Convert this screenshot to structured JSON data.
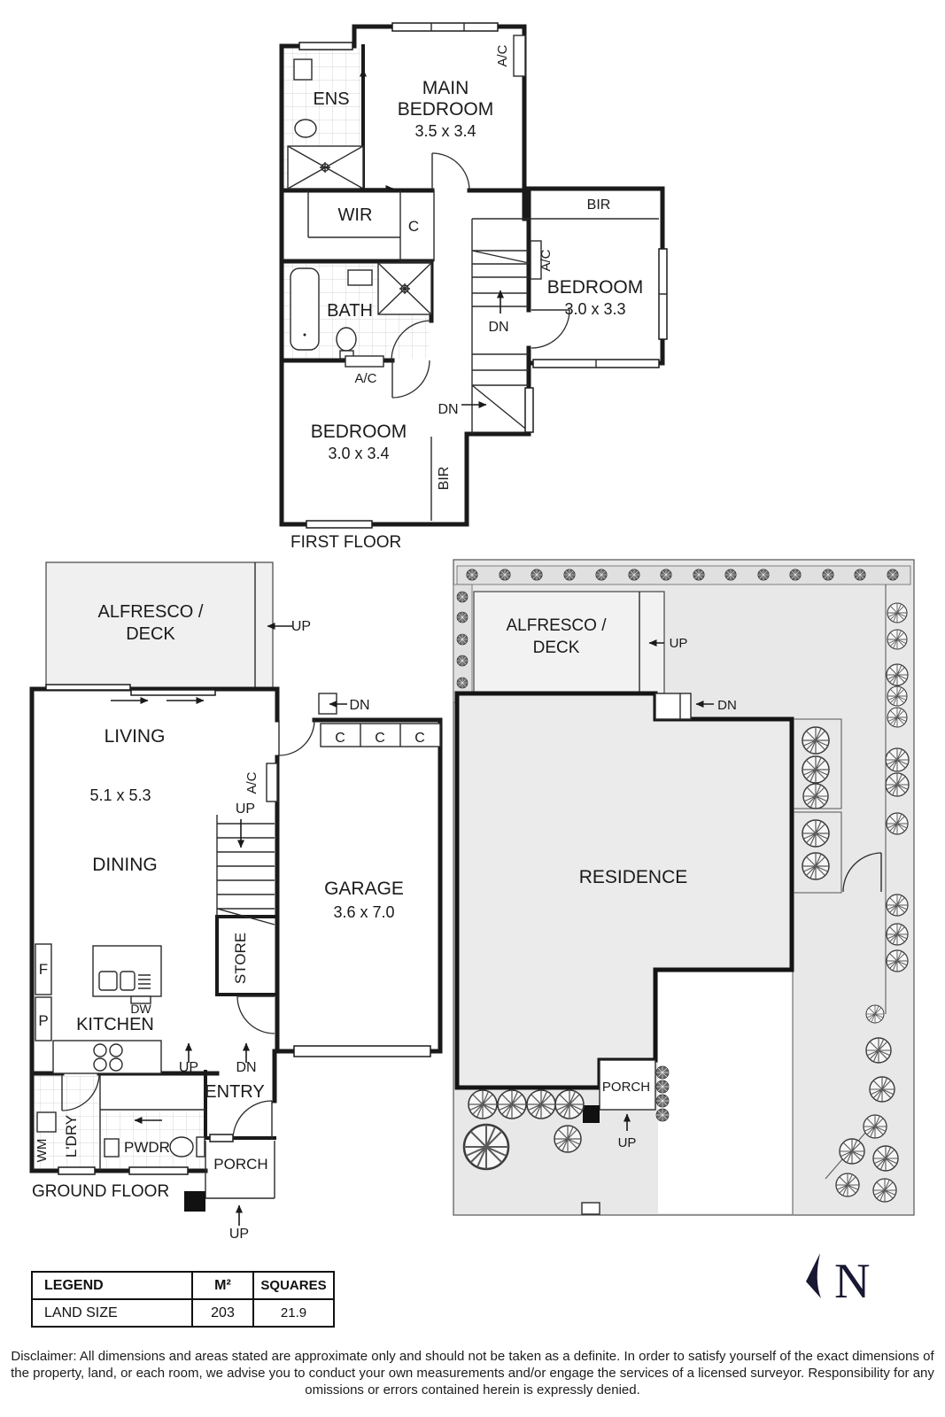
{
  "shared": {
    "ac": "A/C",
    "up": "UP",
    "dn": "DN",
    "c": "C",
    "bir": "BIR",
    "bedroom": "BEDROOM",
    "porch": "PORCH",
    "alfresco_line1": "ALFRESCO /",
    "alfresco_line2": "DECK"
  },
  "first_floor": {
    "title": "FIRST FLOOR",
    "ens": "ENS",
    "main_bedroom_line1": "MAIN",
    "main_bedroom_line2": "BEDROOM",
    "main_bedroom_dims": "3.5 x 3.4",
    "wir": "WIR",
    "bath": "BATH",
    "bedroom2_dims": "3.0 x 3.3",
    "bedroom3_dims": "3.0 x 3.4"
  },
  "ground_floor": {
    "title": "GROUND FLOOR",
    "living": "LIVING",
    "living_dims": "5.1 x 5.3",
    "dining": "DINING",
    "garage": "GARAGE",
    "garage_dims": "3.6 x 7.0",
    "store": "STORE",
    "kitchen": "KITCHEN",
    "dw": "DW",
    "fridge": "F",
    "pantry": "P",
    "entry": "ENTRY",
    "laundry": "L'DRY",
    "wm": "WM",
    "pwdr": "PWDR"
  },
  "site_plan": {
    "residence": "RESIDENCE"
  },
  "legend": {
    "header": [
      "LEGEND",
      "M²",
      "SQUARES"
    ],
    "row": [
      "LAND SIZE",
      "203",
      "21.9"
    ]
  },
  "compass": {
    "north": "N"
  },
  "disclaimer": "Disclaimer: All dimensions and areas stated are approximate only and should not be taken as a definite. In order to satisfy yourself of the exact dimensions of the property, land, or each room, we advise you to conduct your own measurements and/or engage the services of a licensed surveyor. Responsibility for any omissions or errors contained herein is expressly denied."
}
